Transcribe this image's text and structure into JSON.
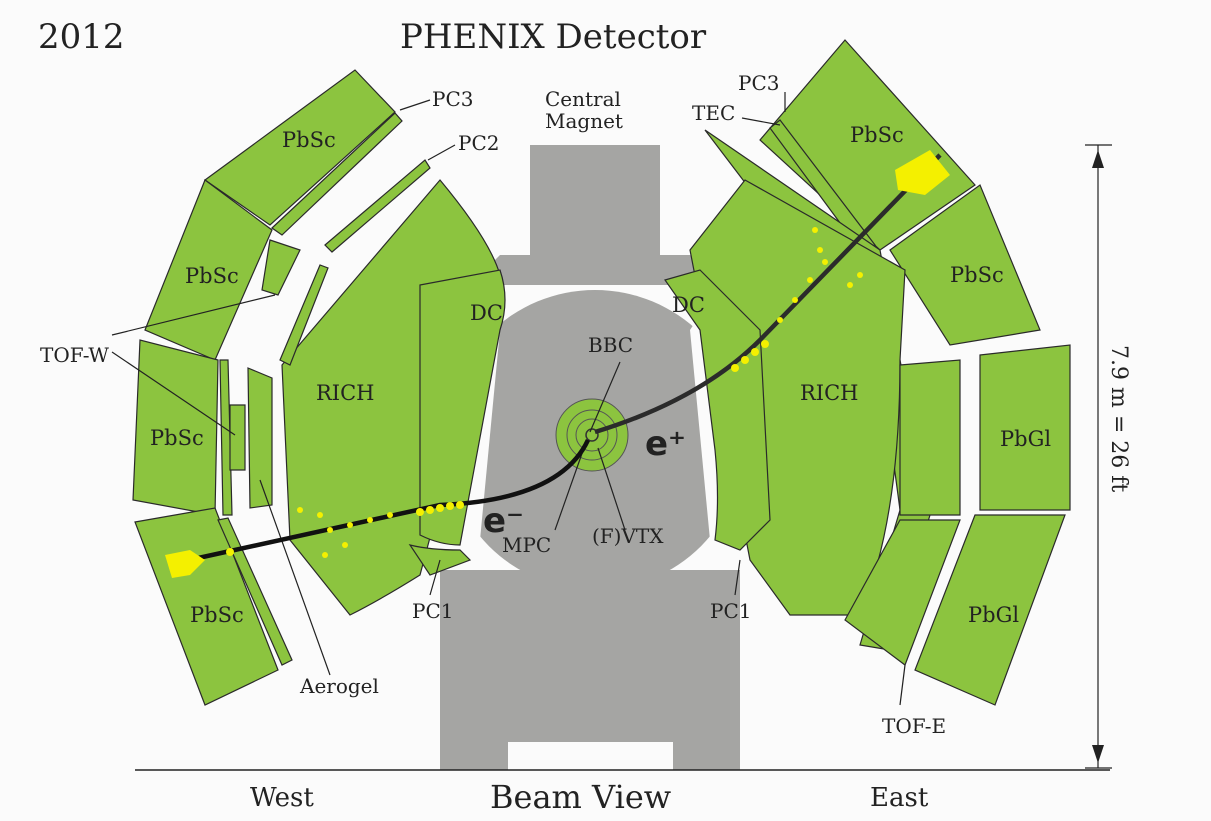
{
  "year": "2012",
  "title": "PHENIX Detector",
  "magnet_label_line1": "Central",
  "magnet_label_line2": "Magnet",
  "labels": {
    "pc3_west": "PC3",
    "pc2_west": "PC2",
    "pc3_east": "PC3",
    "tec": "TEC",
    "pbsc_w1": "PbSc",
    "pbsc_w2": "PbSc",
    "pbsc_w3": "PbSc",
    "pbsc_w4": "PbSc",
    "pbsc_e1": "PbSc",
    "pbsc_e2": "PbSc",
    "pbgl_e1": "PbGl",
    "pbgl_e2": "PbGl",
    "tof_w": "TOF-W",
    "tof_e": "TOF-E",
    "rich_w": "RICH",
    "rich_e": "RICH",
    "dc_w": "DC",
    "dc_e": "DC",
    "bbc": "BBC",
    "mpc": "MPC",
    "fvtx": "(F)VTX",
    "pc1_w": "PC1",
    "pc1_e": "PC1",
    "aerogel": "Aerogel",
    "electron": "e⁻",
    "positron": "e⁺"
  },
  "dimension": "7.9 m = 26 ft",
  "footer": {
    "west": "West",
    "center": "Beam View",
    "east": "East"
  },
  "colors": {
    "detector_green": "#8cc43f",
    "magnet_gray": "#a5a5a3",
    "track": "#111111",
    "hits_yellow": "#f4f000"
  }
}
